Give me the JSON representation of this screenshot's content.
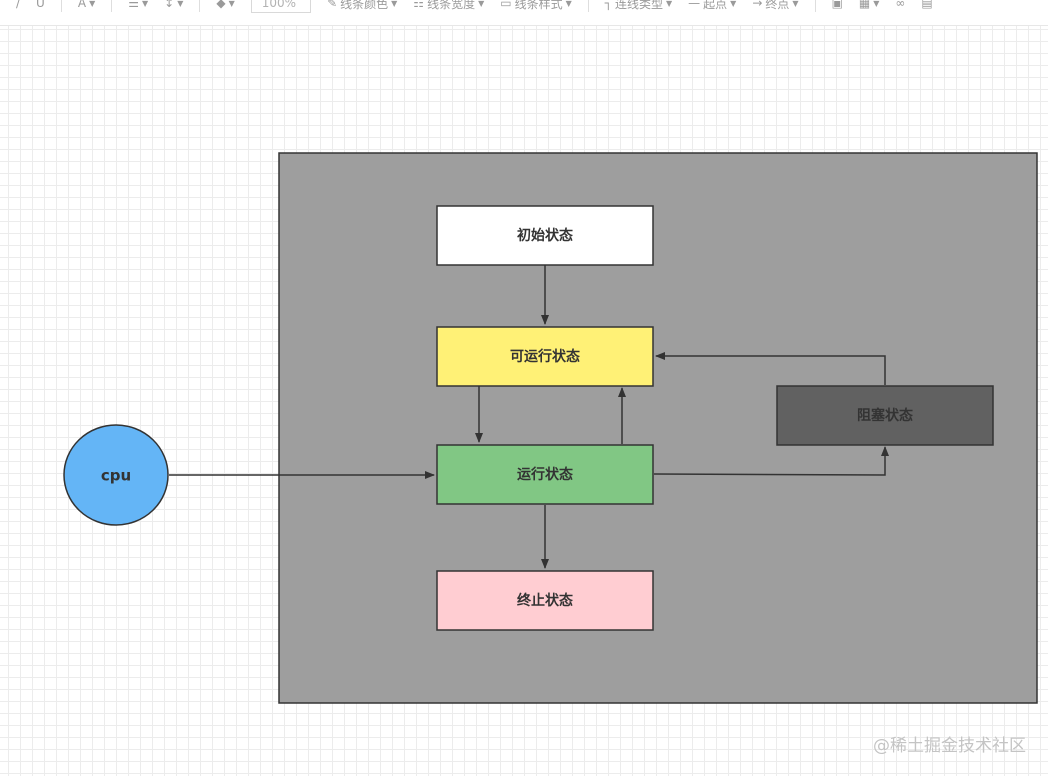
{
  "toolbar": {
    "items": [
      {
        "label": "",
        "icon": "italic-icon"
      },
      {
        "label": "",
        "icon": "underline-icon"
      },
      {
        "label": "",
        "icon": "font-color-icon"
      },
      {
        "label": "",
        "icon": "align-icon"
      },
      {
        "label": "",
        "icon": "line-height-icon"
      },
      {
        "label": "",
        "icon": "fill-color-icon"
      }
    ],
    "zoom": "100%",
    "line_color": "线条颜色",
    "line_width": "线条宽度",
    "line_style": "线条样式",
    "connector_type": "连线类型",
    "start_point": "起点",
    "end_point": "终点"
  },
  "diagram": {
    "cpu": "cpu",
    "nodes": {
      "initial": "初始状态",
      "runnable": "可运行状态",
      "running": "运行状态",
      "blocked": "阻塞状态",
      "terminated": "终止状态"
    },
    "colors": {
      "container": "#9e9e9e",
      "initial": "#ffffff",
      "runnable": "#fff176",
      "running": "#81c784",
      "blocked": "#616161",
      "terminated": "#ffcdd2",
      "cpu": "#64b5f6",
      "stroke": "#333333"
    }
  },
  "watermark": "@稀土掘金技术社区"
}
